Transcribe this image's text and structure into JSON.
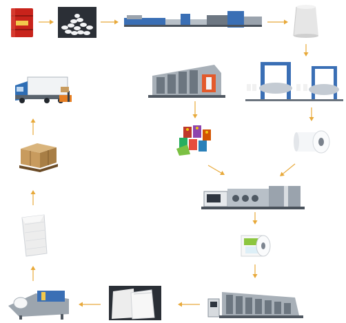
{
  "diagram": {
    "type": "process-flow",
    "colors": {
      "arrow": "#E8A93A",
      "drum": "#C8231B",
      "machine_blue": "#3A6FB5",
      "machine_grey": "#8C949C",
      "yarn": "#E6E6E6",
      "film_roll": "#F4F6F8",
      "carton": "#C89B5E",
      "bag": "#EDEDED"
    },
    "steps": [
      {
        "id": "resin-drum",
        "icon": "drum-icon"
      },
      {
        "id": "pp-granules",
        "icon": "granules-icon"
      },
      {
        "id": "extrusion-line",
        "icon": "extruder-icon"
      },
      {
        "id": "yarn-bobbin",
        "icon": "yarn-icon"
      },
      {
        "id": "circular-loom",
        "icon": "loom-icon"
      },
      {
        "id": "woven-fabric-roll",
        "icon": "fabric-roll-icon"
      },
      {
        "id": "gravure-printing-press",
        "icon": "printing-press-icon"
      },
      {
        "id": "printed-film-rolls",
        "icon": "printed-rolls-icon"
      },
      {
        "id": "laminating-machine",
        "icon": "laminator-icon"
      },
      {
        "id": "laminated-roll",
        "icon": "laminated-roll-icon"
      },
      {
        "id": "second-printing-press",
        "icon": "printing-press-icon"
      },
      {
        "id": "blank-bags",
        "icon": "blank-bags-icon"
      },
      {
        "id": "bag-converting-machine",
        "icon": "converter-icon"
      },
      {
        "id": "woven-bag",
        "icon": "woven-bag-icon"
      },
      {
        "id": "palletized-cartons",
        "icon": "pallet-icon"
      },
      {
        "id": "delivery-truck",
        "icon": "truck-icon"
      }
    ]
  }
}
